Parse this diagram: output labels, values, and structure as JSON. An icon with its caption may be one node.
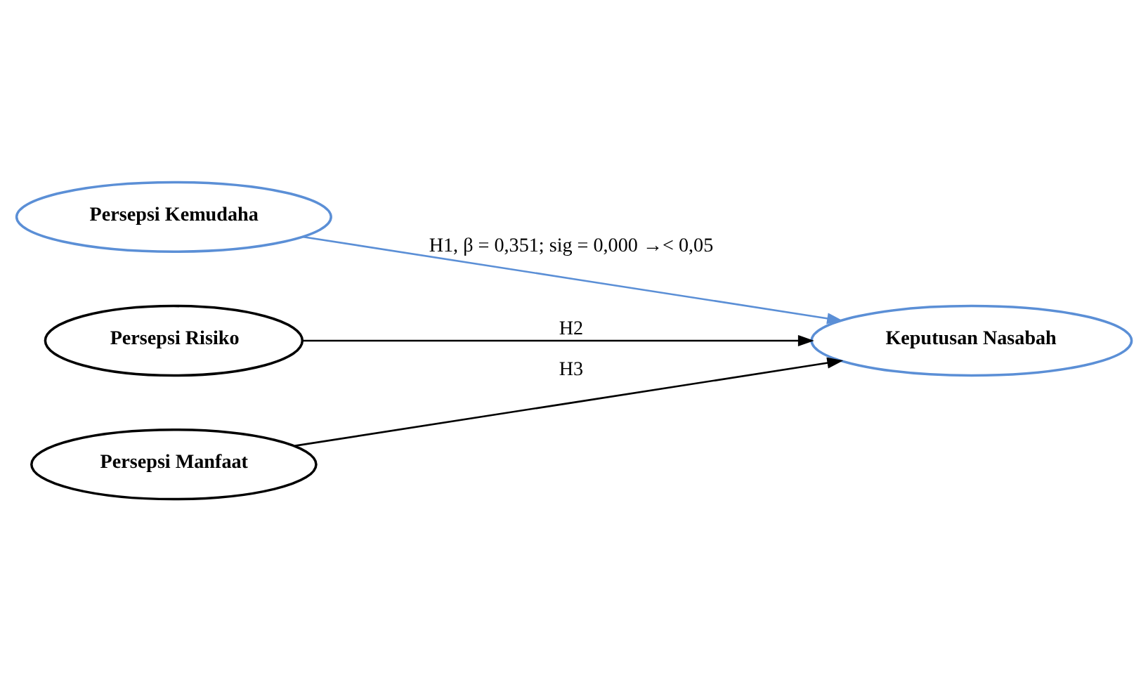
{
  "diagram": {
    "nodes": [
      {
        "text": [
          "Persepsi Kemudaha"
        ]
      },
      {
        "text": [
          "Persepsi Risiko"
        ]
      },
      {
        "text": [
          "Persepsi Manfaat"
        ]
      },
      {
        "text": [
          "Keputusan Nasabah"
        ]
      }
    ],
    "edges": [
      {
        "from": 0,
        "to": 3,
        "arrow": "to",
        "label": "H1, β = 0,351; sig = 0,000 →< 0,05",
        "color": "#5b8fd6"
      },
      {
        "from": 1,
        "to": 3,
        "arrow": "to",
        "label": "H2"
      },
      {
        "from": 2,
        "to": 3,
        "arrow": "to",
        "label": "H3"
      }
    ]
  }
}
